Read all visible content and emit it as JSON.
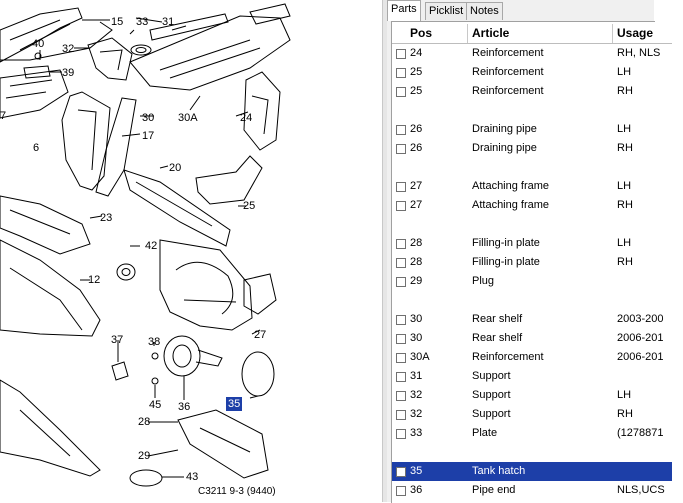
{
  "diagram": {
    "callouts": [
      "15",
      "33",
      "31",
      "40",
      "32",
      "39",
      "7",
      "6",
      "30A",
      "24",
      "30",
      "17",
      "20",
      "25",
      "23",
      "42",
      "12",
      "27",
      "37",
      "38",
      "35",
      "45",
      "36",
      "28",
      "29",
      "43"
    ],
    "selected_callout": "35",
    "caption": "C3211 9-3 (9440)"
  },
  "tabs": [
    {
      "label": "Parts",
      "active": true
    },
    {
      "label": "Picklist",
      "active": false
    },
    {
      "label": "Notes",
      "active": false
    }
  ],
  "columns": {
    "pos": "Pos",
    "article": "Article",
    "usage": "Usage"
  },
  "rows": [
    {
      "pos": "24",
      "article": "Reinforcement",
      "usage": "RH, NLS"
    },
    {
      "pos": "25",
      "article": "Reinforcement",
      "usage": "LH"
    },
    {
      "pos": "25",
      "article": "Reinforcement",
      "usage": "RH"
    },
    {
      "pos": "",
      "article": "",
      "usage": ""
    },
    {
      "pos": "26",
      "article": "Draining pipe",
      "usage": "LH"
    },
    {
      "pos": "26",
      "article": "Draining pipe",
      "usage": "RH"
    },
    {
      "pos": "",
      "article": "",
      "usage": ""
    },
    {
      "pos": "27",
      "article": "Attaching frame",
      "usage": "LH"
    },
    {
      "pos": "27",
      "article": "Attaching frame",
      "usage": "RH"
    },
    {
      "pos": "",
      "article": "",
      "usage": ""
    },
    {
      "pos": "28",
      "article": "Filling-in plate",
      "usage": "LH"
    },
    {
      "pos": "28",
      "article": "Filling-in plate",
      "usage": "RH"
    },
    {
      "pos": "29",
      "article": "Plug",
      "usage": ""
    },
    {
      "pos": "",
      "article": "",
      "usage": ""
    },
    {
      "pos": "30",
      "article": "Rear shelf",
      "usage": "2003-200"
    },
    {
      "pos": "30",
      "article": "Rear shelf",
      "usage": "2006-201"
    },
    {
      "pos": "30A",
      "article": "Reinforcement",
      "usage": "2006-201"
    },
    {
      "pos": "31",
      "article": "Support",
      "usage": ""
    },
    {
      "pos": "32",
      "article": "Support",
      "usage": "LH"
    },
    {
      "pos": "32",
      "article": "Support",
      "usage": "RH"
    },
    {
      "pos": "33",
      "article": "Plate",
      "usage": "(1278871"
    },
    {
      "pos": "",
      "article": "",
      "usage": ""
    },
    {
      "pos": "35",
      "article": "Tank hatch",
      "usage": "",
      "selected": true
    },
    {
      "pos": "36",
      "article": "Pipe end",
      "usage": "NLS,UCS"
    }
  ]
}
